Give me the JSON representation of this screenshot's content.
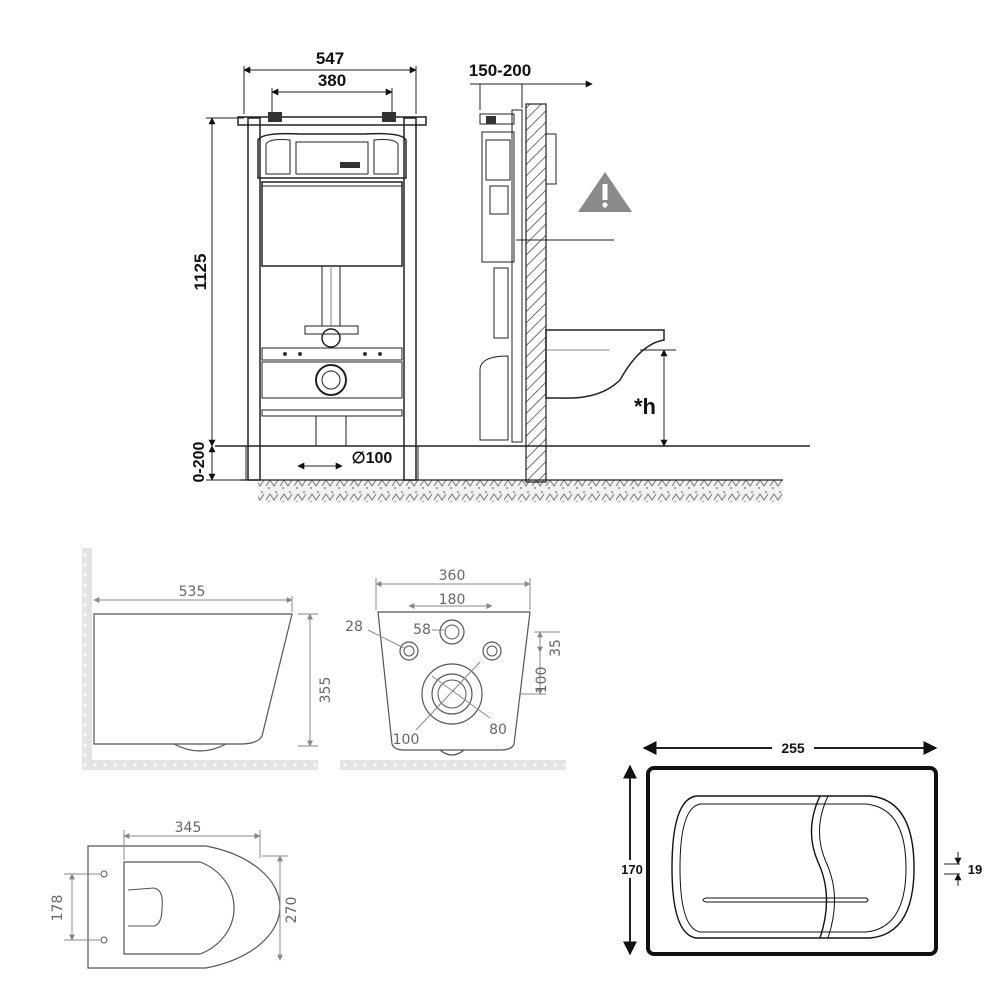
{
  "frame": {
    "width_outer": "547",
    "width_inner": "380",
    "height": "1125",
    "floor_range": "0-200",
    "pipe_dia": "∅100"
  },
  "side": {
    "depth": "150-200",
    "seat_height": "*h"
  },
  "bowl_side": {
    "length": "535",
    "height": "355"
  },
  "bowl_back": {
    "width": "360",
    "bolt_spacing": "180",
    "bolt_dia": "28",
    "inlet_dia": "58",
    "offset_a": "35",
    "offset_b": "100",
    "outlet_outer": "100",
    "outlet_inner": "80"
  },
  "bowl_top": {
    "length": "345",
    "bolt_spacing": "178",
    "width": "270"
  },
  "plate": {
    "width": "255",
    "height": "170",
    "depth": "19"
  },
  "icons": [
    "warning-icon"
  ]
}
